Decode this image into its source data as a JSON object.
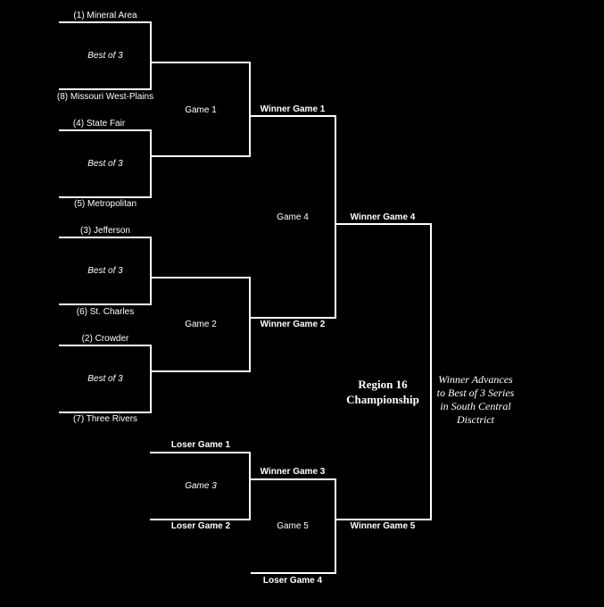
{
  "seeds": {
    "s1": "(1) Mineral Area",
    "s8": "(8) Missouri West-Plains",
    "s4": "(4) State Fair",
    "s5": "(5) Metropolitan",
    "s3": "(3) Jefferson",
    "s6": "(6) St. Charles",
    "s2": "(2) Crowder",
    "s7": "(7) Three Rivers"
  },
  "series_label": "Best of 3",
  "games": {
    "game1": "Game 1",
    "game2": "Game 2",
    "game3": "Game 3",
    "game4": "Game 4",
    "game5": "Game 5"
  },
  "slots": {
    "winner_game_1": "Winner Game 1",
    "winner_game_2": "Winner Game 2",
    "winner_game_3": "Winner Game 3",
    "winner_game_4": "Winner Game 4",
    "winner_game_5": "Winner Game 5",
    "loser_game_1": "Loser Game 1",
    "loser_game_2": "Loser Game 2",
    "loser_game_4": "Loser Game 4"
  },
  "championship": {
    "line1": "Region 16",
    "line2": "Championship"
  },
  "advance_note": {
    "line1": "Winner Advances",
    "line2": "to Best of 3 Series",
    "line3": "in South Central",
    "line4": "Disctrict"
  }
}
